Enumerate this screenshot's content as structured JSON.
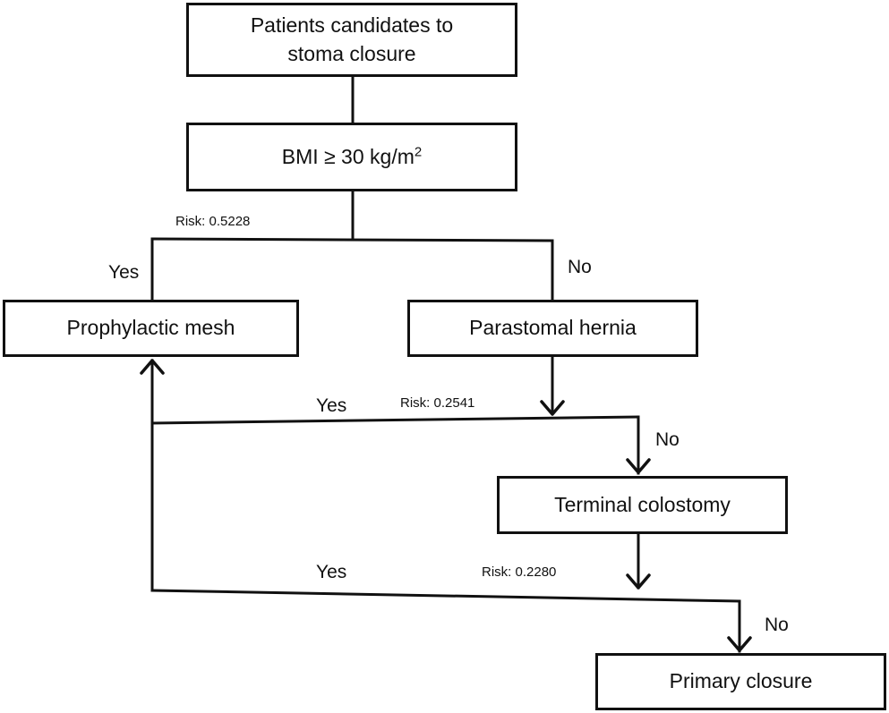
{
  "nodes": {
    "start": {
      "line1": "Patients candidates to",
      "line2": "stoma closure"
    },
    "bmi": {
      "text": "BMI ≥ 30 kg/m",
      "sup": "2"
    },
    "mesh": {
      "text": "Prophylactic mesh"
    },
    "hernia": {
      "text": "Parastomal hernia"
    },
    "colostomy": {
      "text": "Terminal colostomy"
    },
    "primary": {
      "text": "Primary closure"
    }
  },
  "edges": {
    "bmi_risk": "Risk: 0.5228",
    "bmi_yes": "Yes",
    "bmi_no": "No",
    "hernia_risk": "Risk: 0.2541",
    "hernia_yes": "Yes",
    "hernia_no": "No",
    "colostomy_risk": "Risk: 0.2280",
    "colostomy_yes": "Yes",
    "colostomy_no": "No"
  }
}
